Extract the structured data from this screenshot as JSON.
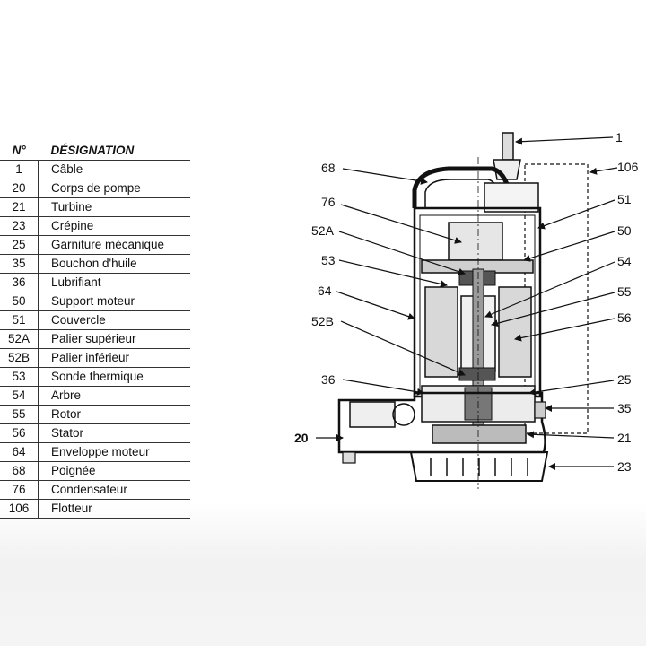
{
  "table": {
    "headers": {
      "number": "N°",
      "designation": "DÉSIGNATION"
    },
    "rows": [
      {
        "number": "1",
        "designation": "Câble"
      },
      {
        "number": "20",
        "designation": "Corps de pompe"
      },
      {
        "number": "21",
        "designation": "Turbine"
      },
      {
        "number": "23",
        "designation": "Crépine"
      },
      {
        "number": "25",
        "designation": "Garniture mécanique"
      },
      {
        "number": "35",
        "designation": "Bouchon d'huile"
      },
      {
        "number": "36",
        "designation": "Lubrifiant"
      },
      {
        "number": "50",
        "designation": "Support moteur"
      },
      {
        "number": "51",
        "designation": "Couvercle"
      },
      {
        "number": "52A",
        "designation": "Palier supérieur"
      },
      {
        "number": "52B",
        "designation": "Palier inférieur"
      },
      {
        "number": "53",
        "designation": "Sonde thermique"
      },
      {
        "number": "54",
        "designation": "Arbre"
      },
      {
        "number": "55",
        "designation": "Rotor"
      },
      {
        "number": "56",
        "designation": "Stator"
      },
      {
        "number": "64",
        "designation": "Enveloppe moteur"
      },
      {
        "number": "68",
        "designation": "Poignée"
      },
      {
        "number": "76",
        "designation": "Condensateur"
      },
      {
        "number": "106",
        "designation": "Flotteur"
      }
    ]
  },
  "callouts": [
    {
      "label": "1"
    },
    {
      "label": "68"
    },
    {
      "label": "106"
    },
    {
      "label": "76"
    },
    {
      "label": "51"
    },
    {
      "label": "52A"
    },
    {
      "label": "50"
    },
    {
      "label": "53"
    },
    {
      "label": "54"
    },
    {
      "label": "64"
    },
    {
      "label": "55"
    },
    {
      "label": "52B"
    },
    {
      "label": "56"
    },
    {
      "label": "36"
    },
    {
      "label": "25"
    },
    {
      "label": "35"
    },
    {
      "label": "20"
    },
    {
      "label": "21"
    },
    {
      "label": "23"
    }
  ]
}
